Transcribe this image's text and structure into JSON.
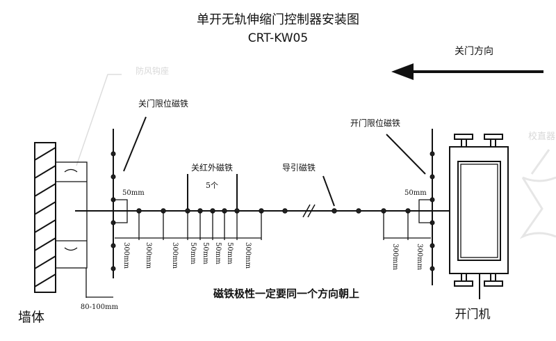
{
  "title": "单开无轨伸缩门控制器安装图",
  "model": "CRT-KW05",
  "direction_label": "关门方向",
  "labels": {
    "wind_hook_seat": "防风钩座",
    "close_limit_magnet": "关门限位磁铁",
    "close_ir_magnet": "关红外磁铁",
    "ir_count": "5个",
    "guide_magnet": "导引磁铁",
    "open_limit_magnet": "开门限位磁铁",
    "straightener": "校直器",
    "wall": "墙体",
    "door_opener": "开门机",
    "polarity_note": "磁铁极性一定要同一个方向朝上"
  },
  "dimensions": {
    "left_offset": "50mm",
    "right_offset": "50mm",
    "wall_gap": "80-100mm",
    "left_spacings": [
      "300mm",
      "300mm",
      "300mm",
      "50mm",
      "50mm",
      "50mm",
      "50mm",
      "300mm"
    ],
    "right_spacings": [
      "300mm",
      "300mm"
    ]
  }
}
